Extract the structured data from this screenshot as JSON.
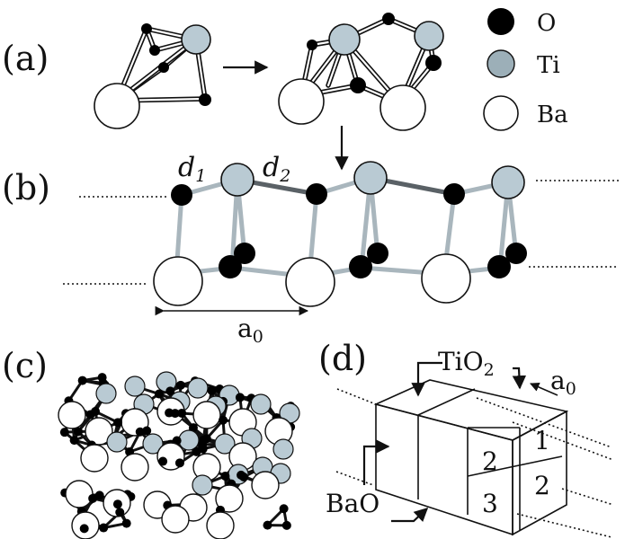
{
  "panels": {
    "a": "(a)",
    "b": "(b)",
    "c": "(c)",
    "d": "(d)"
  },
  "legend": [
    {
      "symbol": "O",
      "color": "#000000"
    },
    {
      "symbol": "Ti",
      "color": "#b9cad3"
    },
    {
      "symbol": "Ba",
      "color": "#ffffff"
    }
  ],
  "panel_b": {
    "d1": "d",
    "d1_sub": "1",
    "d2": "d",
    "d2_sub": "2",
    "a0": "a",
    "a0_sub": "0"
  },
  "panel_d": {
    "tio2": "TiO",
    "tio2_sub": "2",
    "bao": "BaO",
    "a0": "a",
    "a0_sub": "0",
    "cells": [
      "2",
      "1",
      "3",
      "2"
    ]
  },
  "colors": {
    "oxygen": "#000000",
    "titanium": "#b9cad3",
    "barium": "#ffffff",
    "bond_light": "#a9b6bd",
    "bond_dark": "#5a6166"
  }
}
